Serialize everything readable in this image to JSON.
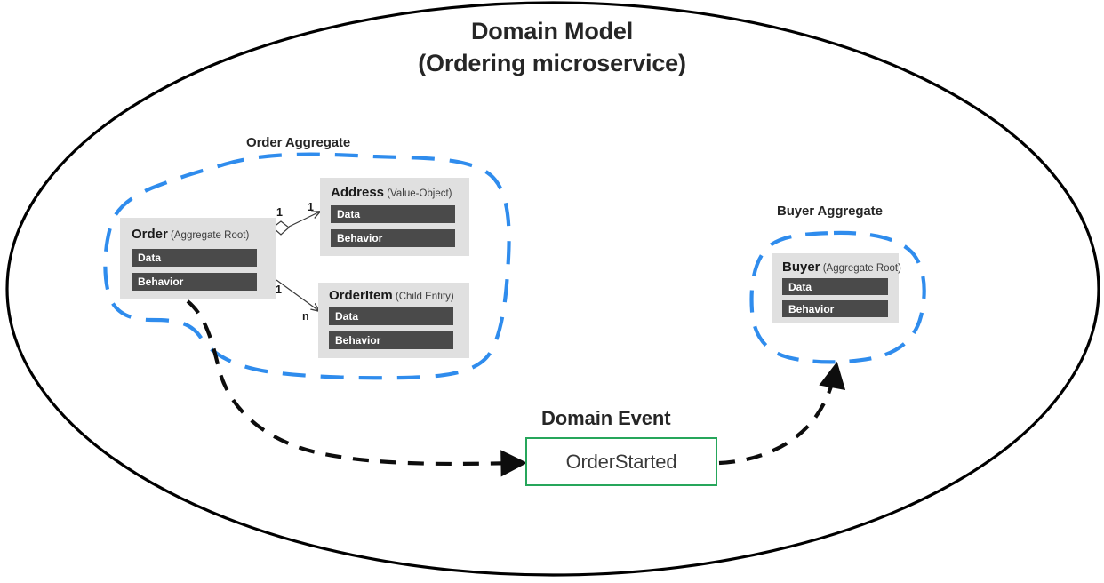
{
  "diagram": {
    "title_line1": "Domain Model",
    "title_line2": "(Ordering microservice)",
    "boundary_shape": "ellipse",
    "colors": {
      "aggregate_boundary": "#2f8ced",
      "domain_event_border": "#26a65b",
      "class_box_background": "#e0e0e0",
      "member_bar_background": "#4a4a4a",
      "context_boundary": "#000000",
      "text": "#262626"
    }
  },
  "order_aggregate": {
    "label": "Order Aggregate",
    "classes": [
      {
        "name": "Order",
        "stereotype": "(Aggregate Root)",
        "members": [
          "Data",
          "Behavior"
        ]
      },
      {
        "name": "Address",
        "stereotype": "(Value-Object)",
        "members": [
          "Data",
          "Behavior"
        ]
      },
      {
        "name": "OrderItem",
        "stereotype": "(Child Entity)",
        "members": [
          "Data",
          "Behavior"
        ]
      }
    ],
    "relations": [
      {
        "from": "Order",
        "to": "Address",
        "type": "aggregation",
        "source_multiplicity": "1",
        "target_multiplicity": "1"
      },
      {
        "from": "Order",
        "to": "OrderItem",
        "type": "association",
        "source_multiplicity": "1",
        "target_multiplicity": "n"
      }
    ]
  },
  "buyer_aggregate": {
    "label": "Buyer Aggregate",
    "classes": [
      {
        "name": "Buyer",
        "stereotype": "(Aggregate Root)",
        "members": [
          "Data",
          "Behavior"
        ]
      }
    ]
  },
  "domain_event": {
    "label": "Domain Event",
    "name": "OrderStarted",
    "incoming_from": "Order Aggregate",
    "outgoing_to": "Buyer Aggregate"
  }
}
